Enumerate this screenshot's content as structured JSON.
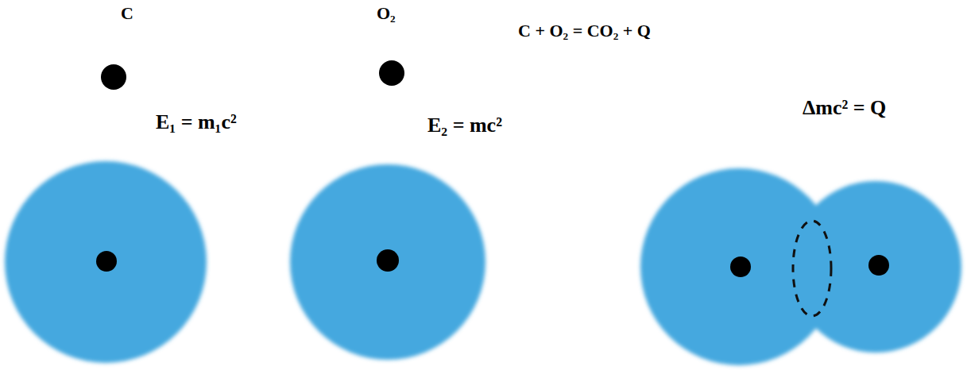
{
  "diagram": {
    "labels": [
      "C",
      "O₂",
      "C + O₂ = CO₂ + Q",
      "E₁ = m₁c²",
      "E₂ = mc²",
      "Δmc² = Q"
    ]
  }
}
